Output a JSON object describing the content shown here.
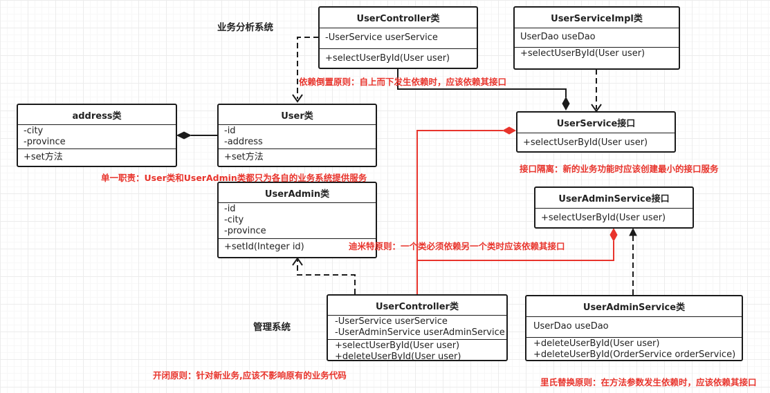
{
  "colors": {
    "line": "#1a1a1a",
    "accent": "#e8342c",
    "grid": "#ececec"
  },
  "labels": {
    "business_system": "业务分析系统",
    "admin_system": "管理系统"
  },
  "notes": {
    "dip": "依赖倒置原则：自上而下发生依赖时，应该依赖其接口",
    "srp": "单一职责：User类和UserAdmin类都只为各自的业务系统提供服务",
    "isp": "接口隔离：新的业务功能时应该创建最小的接口服务",
    "lod": "迪米特原则：一个类必须依赖另一个类时应该依赖其接口",
    "ocp": "开闭原则：针对新业务,应该不影响原有的业务代码",
    "lsp": "里氏替换原则：在方法参数发生依赖时，应该依赖其接口"
  },
  "classes": {
    "user_controller_top": {
      "title": "UserController类",
      "fields": [
        "-UserService userService"
      ],
      "methods": [
        "+selectUserById(User user)"
      ]
    },
    "user_service_impl": {
      "title": "UserServiceImpl类",
      "fields": [
        "UserDao useDao"
      ],
      "methods": [
        "+selectUserById(User user)"
      ]
    },
    "address": {
      "title": "address类",
      "fields": [
        "-city",
        "-province"
      ],
      "methods": [
        "+set方法"
      ]
    },
    "user": {
      "title": "User类",
      "fields": [
        "-id",
        "-address"
      ],
      "methods": [
        "+set方法"
      ]
    },
    "user_service_iface": {
      "title": "UserService接口",
      "methods": [
        "+selectUserById(User user)"
      ]
    },
    "user_admin": {
      "title": "UserAdmin类",
      "fields": [
        "-id",
        "-city",
        "-province"
      ],
      "methods": [
        "+setId(Integer id)"
      ]
    },
    "user_admin_service_iface": {
      "title": "UserAdminService接口",
      "methods": [
        "+selectUserById(User user)"
      ]
    },
    "user_controller_bottom": {
      "title": "UserController类",
      "fields": [
        "-UserService userService",
        "-UserAdminService userAdminService"
      ],
      "methods": [
        "+selectUserById(User user)",
        "+deleteUserById(User user)"
      ]
    },
    "user_admin_service": {
      "title": "UserAdminService类",
      "fields": [
        "UserDao useDao"
      ],
      "methods": [
        "+deleteUserById(User user)",
        "+deleteUserById(OrderService orderService)"
      ]
    }
  }
}
